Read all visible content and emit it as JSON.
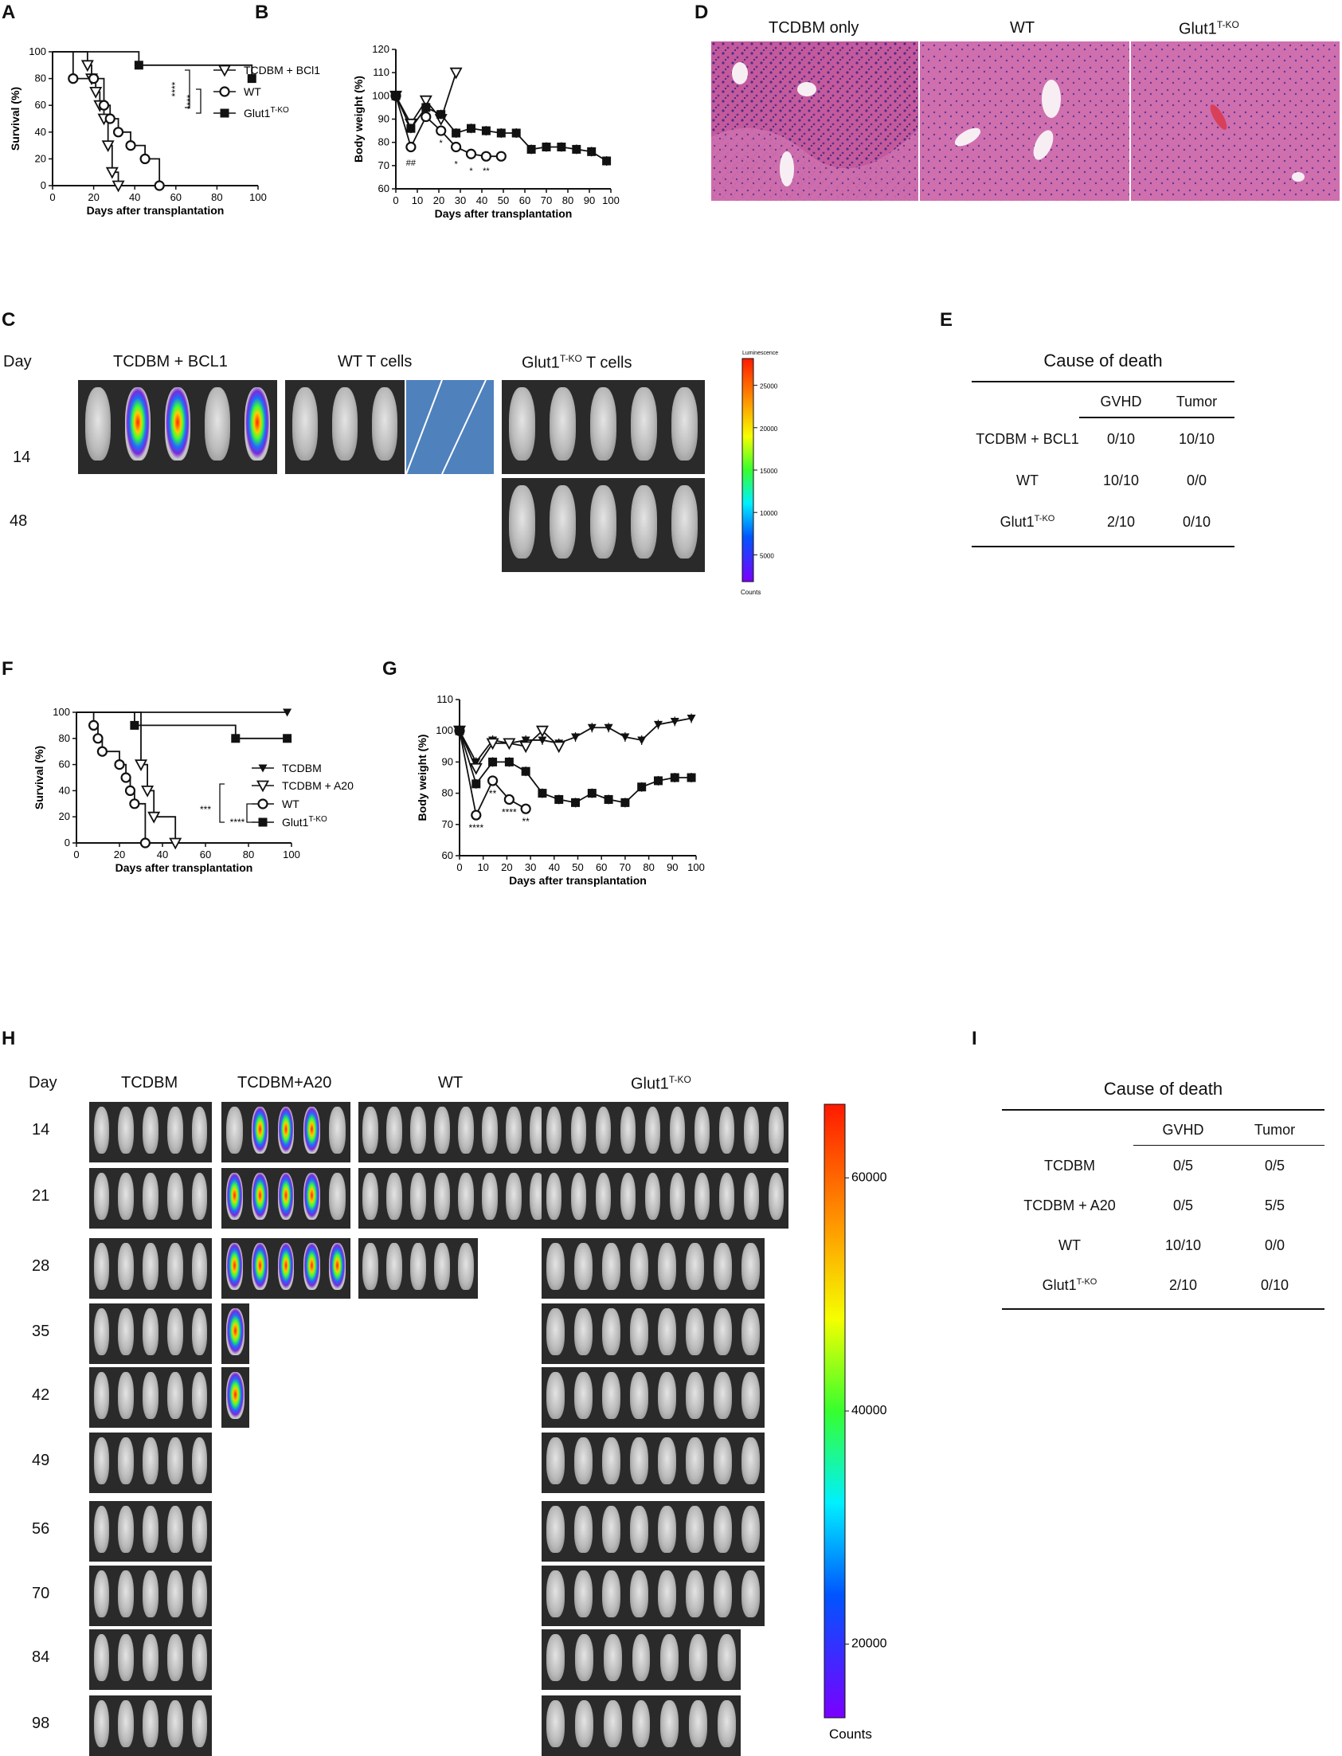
{
  "panels": {
    "A": {
      "letter": "A",
      "chart_data": {
        "type": "line",
        "ylabel": "Survival (%)",
        "xlabel": "Days after transplantation",
        "xlim": [
          0,
          100
        ],
        "ylim": [
          0,
          100
        ],
        "xticks": [
          0,
          20,
          40,
          60,
          80,
          100
        ],
        "yticks": [
          0,
          20,
          40,
          60,
          80,
          100
        ],
        "series": [
          {
            "name": "TCDBM + BCl1",
            "marker": "open-triangle-down",
            "x": [
              0,
              17,
              19,
              21,
              23,
              25,
              27,
              29,
              32
            ],
            "y": [
              100,
              90,
              80,
              70,
              60,
              50,
              30,
              10,
              0
            ]
          },
          {
            "name": "WT",
            "marker": "open-circle",
            "x": [
              0,
              10,
              20,
              25,
              28,
              32,
              38,
              45,
              52
            ],
            "y": [
              100,
              80,
              80,
              60,
              50,
              40,
              30,
              20,
              0
            ]
          },
          {
            "name": "Glut1T-KO",
            "marker": "filled-square",
            "x": [
              0,
              42,
              97
            ],
            "y": [
              100,
              90,
              80
            ]
          }
        ],
        "annotations": [
          "****",
          "****"
        ],
        "legend_position": "right"
      }
    },
    "B": {
      "letter": "B",
      "chart_data": {
        "type": "line",
        "ylabel": "Body weight (%)",
        "xlabel": "Days after transplantation",
        "xlim": [
          0,
          100
        ],
        "ylim": [
          60,
          120
        ],
        "xticks": [
          0,
          10,
          20,
          30,
          40,
          50,
          60,
          70,
          80,
          90,
          100
        ],
        "yticks": [
          60,
          70,
          80,
          90,
          100,
          110,
          120
        ],
        "series": [
          {
            "name": "TCDBM + BCl1",
            "marker": "open-triangle-down",
            "x": [
              0,
              7,
              14,
              21,
              28
            ],
            "y": [
              100,
              88,
              98,
              90,
              110
            ]
          },
          {
            "name": "WT",
            "marker": "open-circle",
            "x": [
              0,
              7,
              14,
              21,
              28,
              35,
              42,
              49
            ],
            "y": [
              100,
              78,
              91,
              85,
              78,
              75,
              74,
              74
            ]
          },
          {
            "name": "Glut1T-KO",
            "marker": "filled-square",
            "x": [
              0,
              7,
              14,
              21,
              28,
              35,
              42,
              49,
              56,
              63,
              70,
              77,
              84,
              91,
              98
            ],
            "y": [
              100,
              86,
              95,
              92,
              84,
              86,
              85,
              84,
              84,
              77,
              78,
              78,
              77,
              76,
              72
            ]
          }
        ],
        "annotations": [
          "##",
          "*",
          "*",
          "*",
          "**"
        ]
      }
    },
    "C": {
      "letter": "C",
      "day_label": "Day",
      "days": [
        "14",
        "48"
      ],
      "groups": [
        "TCDBM + BCL1",
        "WT T cells",
        "Glut1"
      ],
      "group_sup": "T-KO",
      "group_suffix": " T cells",
      "scale_title": "Luminescence",
      "scale_ticks": [
        "25000",
        "20000",
        "15000",
        "10000",
        "5000"
      ],
      "scale_unit": "Counts"
    },
    "D": {
      "letter": "D",
      "titles": [
        "TCDBM only",
        "WT",
        "Glut1"
      ],
      "title_sup": "T-KO"
    },
    "E": {
      "letter": "E",
      "title": "Cause of death",
      "headers": [
        "",
        "GVHD",
        "Tumor"
      ],
      "rows": [
        {
          "label": "TCDBM + BCL1",
          "sup": "",
          "gvhd": "0/10",
          "tumor": "10/10"
        },
        {
          "label": "WT",
          "sup": "",
          "gvhd": "10/10",
          "tumor": "0/0"
        },
        {
          "label": "Glut1",
          "sup": "T-KO",
          "gvhd": "2/10",
          "tumor": "0/10"
        }
      ]
    },
    "F": {
      "letter": "F",
      "chart_data": {
        "type": "line",
        "ylabel": "Survival (%)",
        "xlabel": "Days after  transplantation",
        "xlim": [
          0,
          100
        ],
        "ylim": [
          0,
          100
        ],
        "xticks": [
          0,
          20,
          40,
          60,
          80,
          100
        ],
        "yticks": [
          0,
          20,
          40,
          60,
          80,
          100
        ],
        "series": [
          {
            "name": "TCDBM",
            "marker": "filled-triangle-down",
            "x": [
              0,
              98
            ],
            "y": [
              100,
              100
            ]
          },
          {
            "name": "TCDBM + A20",
            "marker": "open-triangle-down",
            "x": [
              0,
              30,
              33,
              36,
              46
            ],
            "y": [
              100,
              60,
              40,
              20,
              0
            ]
          },
          {
            "name": "WT",
            "marker": "open-circle",
            "x": [
              0,
              8,
              10,
              12,
              20,
              23,
              25,
              27,
              32
            ],
            "y": [
              100,
              90,
              80,
              70,
              60,
              50,
              40,
              30,
              0
            ]
          },
          {
            "name": "Glut1T-KO",
            "marker": "filled-square",
            "x": [
              0,
              27,
              74,
              98
            ],
            "y": [
              100,
              90,
              80,
              80
            ]
          }
        ],
        "annotations": [
          "***",
          "****"
        ]
      }
    },
    "G": {
      "letter": "G",
      "chart_data": {
        "type": "line",
        "ylabel": "Body weight (%)",
        "xlabel": "Days after transplantation",
        "xlim": [
          0,
          100
        ],
        "ylim": [
          60,
          110
        ],
        "xticks": [
          0,
          10,
          20,
          30,
          40,
          50,
          60,
          70,
          80,
          90,
          100
        ],
        "yticks": [
          60,
          70,
          80,
          90,
          100,
          110
        ],
        "series": [
          {
            "name": "TCDBM",
            "marker": "filled-triangle-down",
            "x": [
              0,
              7,
              14,
              21,
              28,
              35,
              42,
              49,
              56,
              63,
              70,
              77,
              84,
              91,
              98
            ],
            "y": [
              100,
              90,
              97,
              96,
              97,
              97,
              96,
              98,
              101,
              101,
              98,
              97,
              102,
              103,
              104
            ]
          },
          {
            "name": "TCDBM + A20",
            "marker": "open-triangle-down",
            "x": [
              0,
              7,
              14,
              21,
              28,
              35,
              42
            ],
            "y": [
              100,
              88,
              96,
              96,
              95,
              100,
              95
            ]
          },
          {
            "name": "WT",
            "marker": "open-circle",
            "x": [
              0,
              7,
              14,
              21,
              28
            ],
            "y": [
              100,
              73,
              84,
              78,
              75
            ]
          },
          {
            "name": "Glut1T-KO",
            "marker": "filled-square",
            "x": [
              0,
              7,
              14,
              21,
              28,
              35,
              42,
              49,
              56,
              63,
              70,
              77,
              84,
              91,
              98
            ],
            "y": [
              100,
              83,
              90,
              90,
              87,
              80,
              78,
              77,
              80,
              78,
              77,
              82,
              84,
              85,
              85
            ]
          }
        ],
        "annotations": [
          "****",
          "**",
          "****",
          "**"
        ]
      }
    },
    "H": {
      "letter": "H",
      "day_label": "Day",
      "days": [
        "14",
        "21",
        "28",
        "35",
        "42",
        "49",
        "56",
        "70",
        "84",
        "98"
      ],
      "groups": [
        "TCDBM",
        "TCDBM+A20",
        "WT",
        "Glut1"
      ],
      "group_sup": "T-KO",
      "scale_ticks": [
        "60000",
        "40000",
        "20000"
      ],
      "scale_unit": "Counts"
    },
    "I": {
      "letter": "I",
      "title": "Cause of death",
      "headers": [
        "",
        "GVHD",
        "Tumor"
      ],
      "rows": [
        {
          "label": "TCDBM",
          "sup": "",
          "gvhd": "0/5",
          "tumor": "0/5"
        },
        {
          "label": "TCDBM + A20",
          "sup": "",
          "gvhd": "0/5",
          "tumor": "5/5"
        },
        {
          "label": "WT",
          "sup": "",
          "gvhd": "10/10",
          "tumor": "0/0"
        },
        {
          "label": "Glut1",
          "sup": "T-KO",
          "gvhd": "2/10",
          "tumor": "0/10"
        }
      ]
    }
  }
}
